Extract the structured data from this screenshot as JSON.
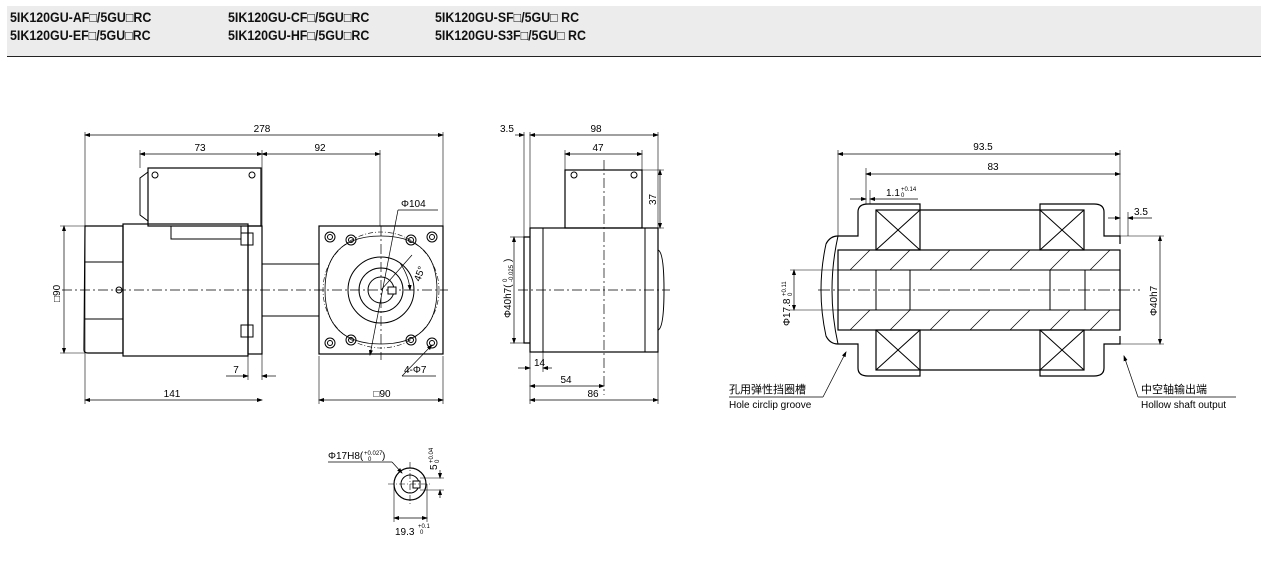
{
  "models": [
    "5IK120GU-AF□/5GU□RC",
    "5IK120GU-CF□/5GU□RC",
    "5IK120GU-SF□/5GU□ RC",
    "5IK120GU-EF□/5GU□RC",
    "5IK120GU-HF□/5GU□RC",
    "5IK120GU-S3F□/5GU□ RC"
  ],
  "front": {
    "total": "278",
    "body_len": "73",
    "gear_len": "92",
    "flange": "Φ104",
    "angle": "45°",
    "square_left": "□90",
    "d7": "7",
    "d141": "141",
    "holes": "4-Φ7",
    "square_bottom": "□90"
  },
  "side": {
    "d35": "3.5",
    "d98": "98",
    "d47": "47",
    "d37": "37",
    "shaft": "Φ40h7(",
    "shaft_tol_top": "0",
    "shaft_tol_bot": "-0.025",
    "shaft_close": ")",
    "d14": "14",
    "d54": "54",
    "d86": "86"
  },
  "bore": {
    "dia": "Φ17H8(",
    "dia_tol_top": "+0.027",
    "dia_tol_bot": "0",
    "dia_close": ")",
    "key": "5",
    "key_tol_top": "+0.04",
    "key_tol_bot": "0",
    "depth": "19.3",
    "depth_tol_top": "+0.1",
    "depth_tol_bot": "0"
  },
  "section": {
    "d935": "93.5",
    "d83": "83",
    "d11": "1.1",
    "d11_tol_top": "+0.14",
    "d11_tol_bot": "0",
    "d35": "3.5",
    "d178": "Φ17.8",
    "d178_tol_top": "+0.11",
    "d178_tol_bot": "0",
    "d40": "Φ40h7",
    "groove_cn": "孔用弹性挡圈槽",
    "groove_en": "Hole circlip groove",
    "output_cn": "中空轴输出端",
    "output_en": "Hollow shaft output"
  }
}
